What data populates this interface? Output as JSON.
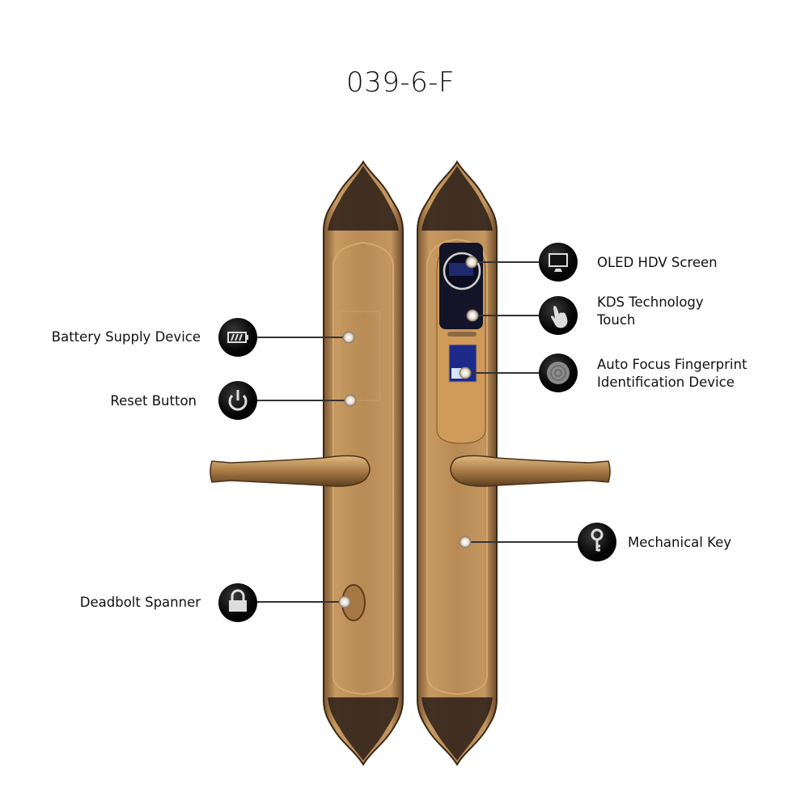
{
  "title": "039-6-F",
  "colors": {
    "brass": "#b88a55",
    "brass_dark": "#6b4a2a",
    "ornament": "#2a1f18",
    "icon_bg": "#111111",
    "leader": "#333333"
  },
  "callouts": {
    "battery": {
      "label": "Battery Supply Device",
      "icon": "battery-icon"
    },
    "reset": {
      "label": "Reset Button",
      "icon": "power-icon"
    },
    "deadbolt": {
      "label": "Deadbolt Spanner",
      "icon": "padlock-icon"
    },
    "oled": {
      "label": "OLED HDV Screen",
      "icon": "monitor-icon"
    },
    "kds": {
      "line1": "KDS Technology",
      "line2": "Touch",
      "icon": "hand-touch-icon"
    },
    "fingerprint": {
      "line1": "Auto Focus Fingerprint",
      "line2": "Identification Device",
      "icon": "fingerprint-icon"
    },
    "key": {
      "label": "Mechanical Key",
      "icon": "key-icon"
    }
  }
}
